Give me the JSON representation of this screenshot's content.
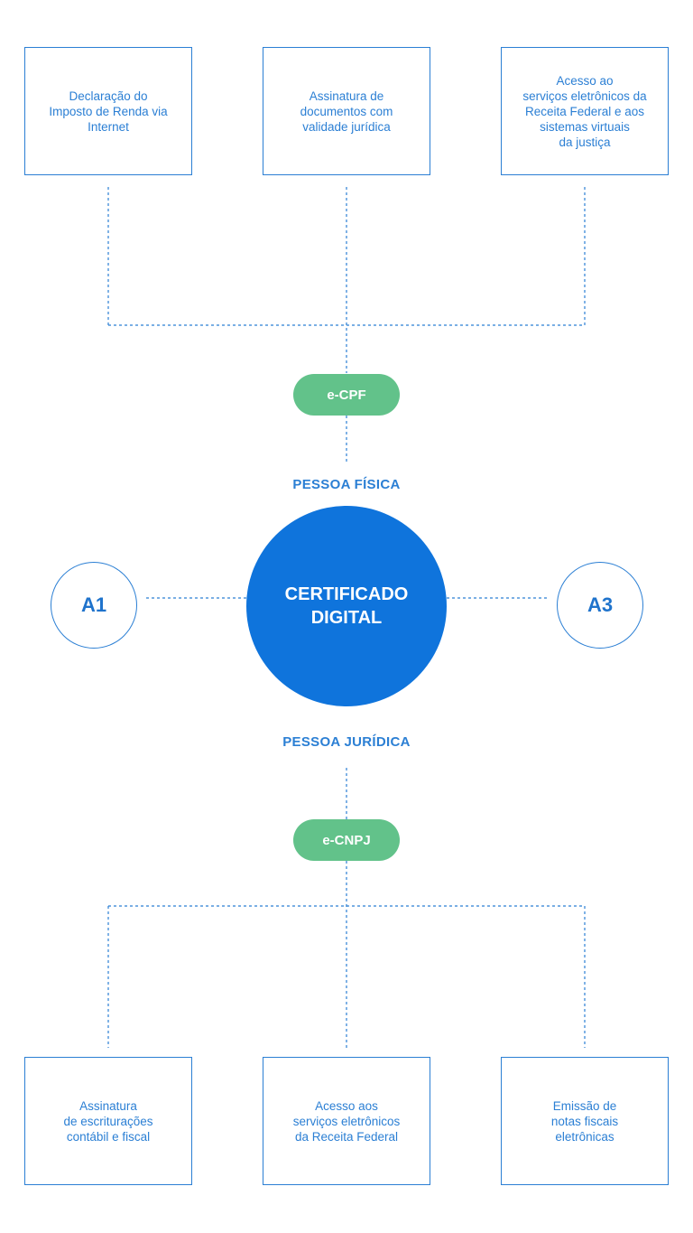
{
  "colors": {
    "primary": "#0f74dc",
    "outline": "#2b7fd4",
    "pill": "#62c28a",
    "text_on_dark": "#ffffff"
  },
  "center": {
    "title": "CERTIFICADO\nDIGITAL"
  },
  "types": {
    "left": "A1",
    "right": "A3"
  },
  "pessoa_fisica": {
    "label": "PESSOA FÍSICA",
    "pill": "e-CPF",
    "uses": [
      "Declaração do\nImposto de Renda via\nInternet",
      "Assinatura de\ndocumentos com\nvalidade jurídica",
      "Acesso ao\nserviços eletrônicos da\nReceita Federal e aos\nsistemas virtuais\nda justiça"
    ]
  },
  "pessoa_juridica": {
    "label": "PESSOA JURÍDICA",
    "pill": "e-CNPJ",
    "uses": [
      "Assinatura\nde escriturações\ncontábil e fiscal",
      "Acesso aos\nserviços eletrônicos\nda Receita Federal",
      "Emissão de\nnotas fiscais\neletrônicas"
    ]
  }
}
